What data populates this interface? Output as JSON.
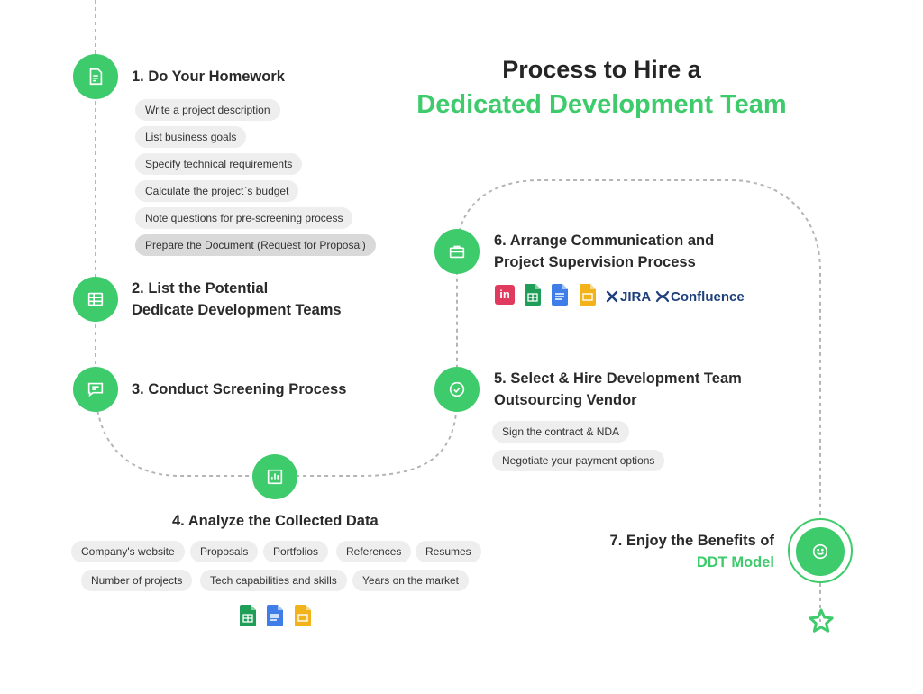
{
  "title": {
    "line1": "Process to Hire a",
    "line2": "Dedicated Development Team"
  },
  "steps": {
    "s1": {
      "label": "1. Do Your Homework"
    },
    "s2": {
      "line1": "2. List the Potential",
      "line2": "Dedicate Development Teams"
    },
    "s3": {
      "label": "3. Conduct Screening Process"
    },
    "s4": {
      "label": "4. Analyze the Collected Data"
    },
    "s5": {
      "line1": "5. Select & Hire Development Team",
      "line2": "Outsourcing Vendor"
    },
    "s6": {
      "line1": "6. Arrange Communication and",
      "line2": "Project Supervision Process"
    },
    "s7": {
      "line1": "7. Enjoy the Benefits of",
      "line2": "DDT Model"
    }
  },
  "homework_items": [
    "Write a project description",
    "List business goals",
    "Specify technical requirements",
    "Calculate the project`s budget",
    "Note questions for pre-screening process",
    "Prepare the Document (Request for Proposal)"
  ],
  "data_items_row1": [
    "Company's website",
    "Proposals",
    "Portfolios",
    "References",
    "Resumes"
  ],
  "data_items_row2": [
    "Number of projects",
    "Tech capabilities and skills",
    "Years on the market"
  ],
  "hire_items": [
    "Sign the contract & NDA",
    "Negotiate your payment options"
  ],
  "tools": {
    "invision": "in",
    "jira": "JIRA",
    "confluence": "Confluence"
  },
  "icons": [
    "document-icon",
    "table-icon",
    "chat-icon",
    "chart-icon",
    "briefcase-icon",
    "check-icon",
    "smiley-icon",
    "star-icon"
  ],
  "colors": {
    "accent": "#3ecb6b",
    "pill": "#eeeeee",
    "pill_highlight": "#d9d9d9",
    "jira": "#1d3f7a"
  }
}
